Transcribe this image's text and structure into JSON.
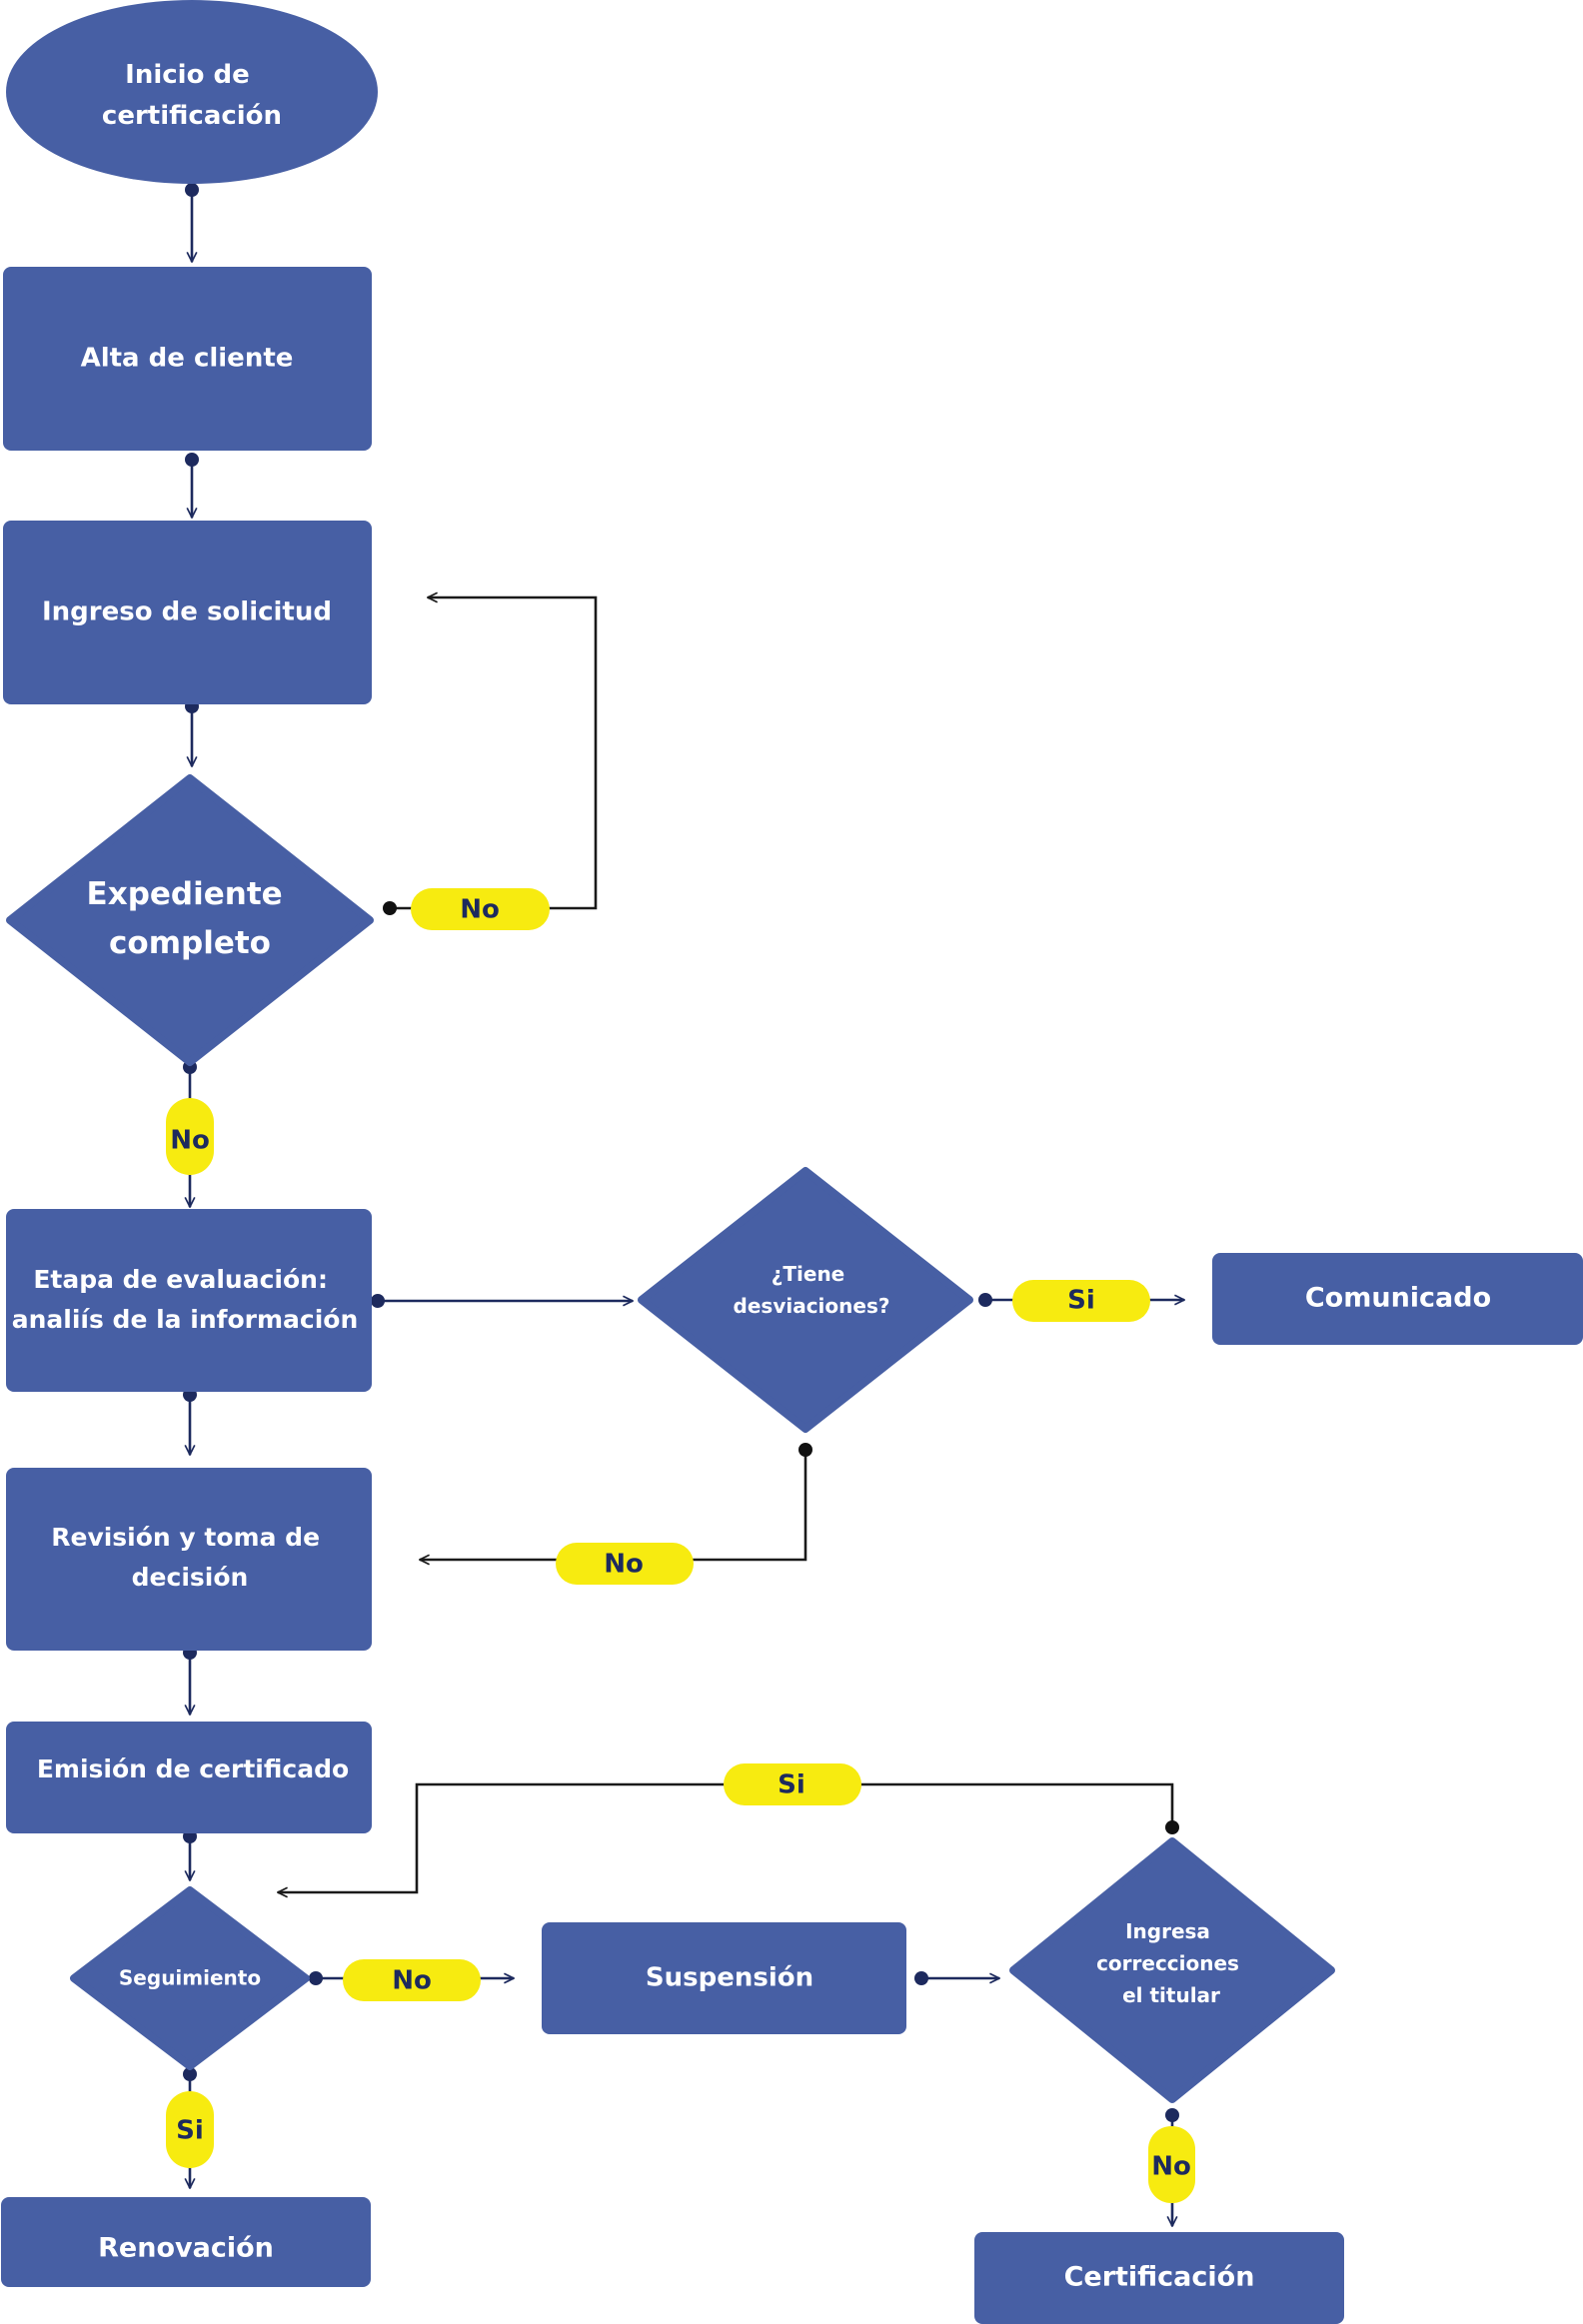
{
  "colors": {
    "node": "#475fa4",
    "label_pill": "#f7eb10",
    "connector": "#1d2a5e",
    "connector_dark": "#1a1a1a"
  },
  "nodes": {
    "start": [
      "Inicio de",
      "certificación"
    ],
    "alta_cliente": [
      "Alta de cliente"
    ],
    "ingreso_solicitud": [
      "Ingreso de solicitud"
    ],
    "expediente_completo": [
      "Expediente",
      "completo"
    ],
    "etapa_evaluacion": [
      "Etapa de evaluación:",
      "analiís de la información"
    ],
    "tiene_desviaciones": [
      "¿Tiene",
      "desviaciones?"
    ],
    "comunicado": [
      "Comunicado"
    ],
    "revision_decision": [
      "Revisión y toma de",
      "decisión"
    ],
    "emision_certificado": [
      "Emisión de certificado"
    ],
    "seguimiento": [
      "Seguimiento"
    ],
    "suspension": [
      "Suspensión"
    ],
    "ingresa_correcciones": [
      "Ingresa",
      "correcciones",
      "el titular"
    ],
    "renovacion": [
      "Renovación"
    ],
    "certificacion": [
      "Certificación"
    ]
  },
  "labels": {
    "expediente_loop": "No",
    "expediente_down": "No",
    "desviaciones_si": "Si",
    "desviaciones_no": "No",
    "correcciones_si": "Si",
    "seguimiento_no": "No",
    "seguimiento_si": "Si",
    "correcciones_no": "No"
  }
}
